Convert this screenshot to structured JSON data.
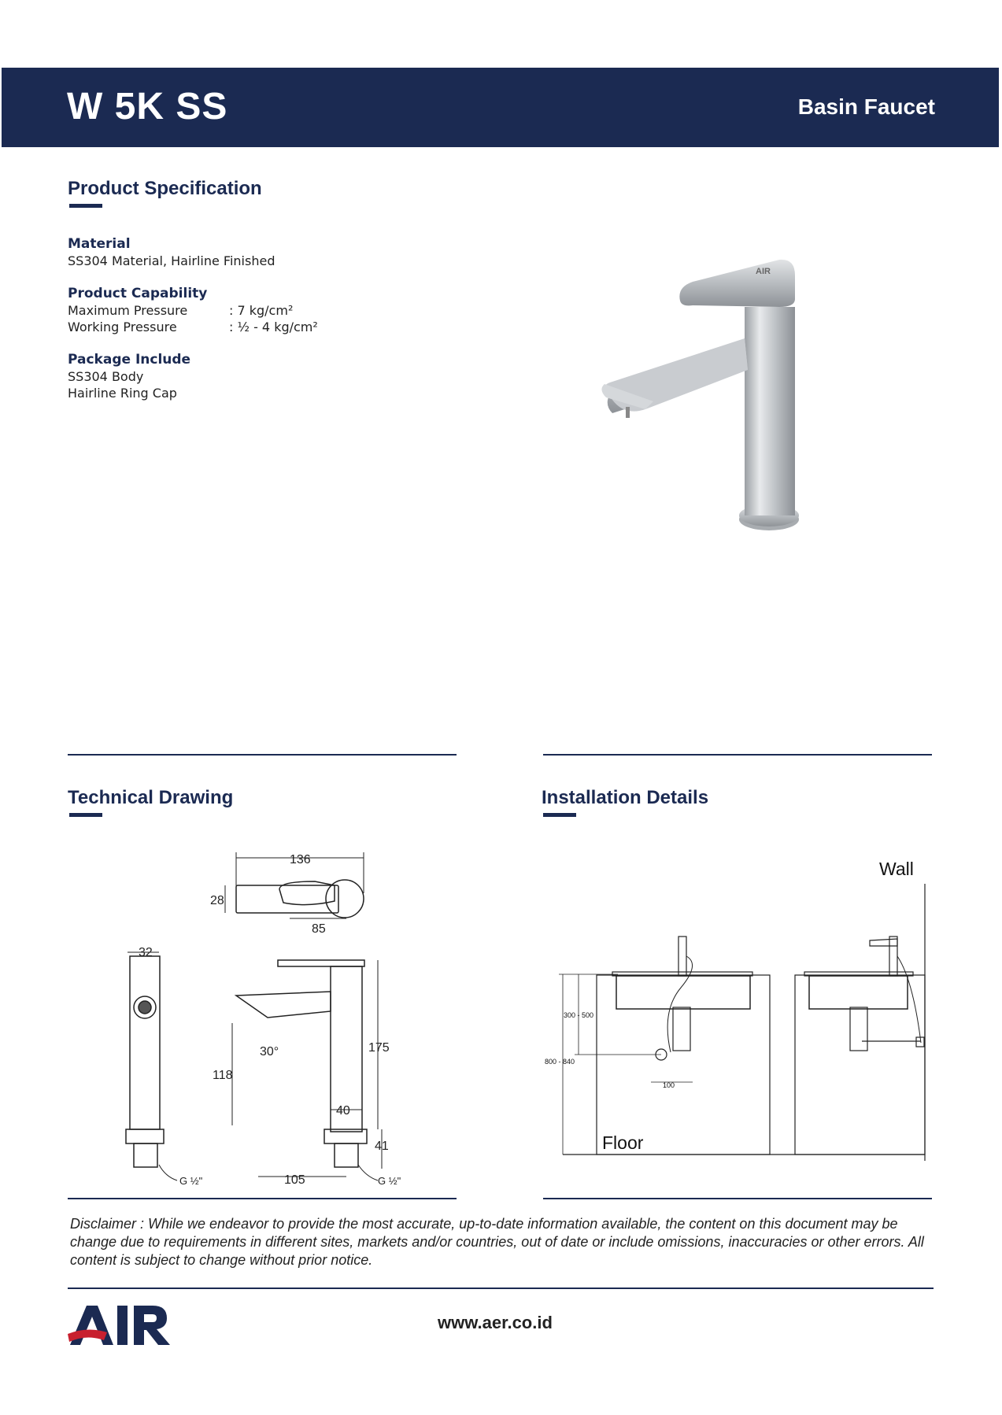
{
  "header": {
    "model": "W 5K SS",
    "category": "Basin Faucet"
  },
  "spec": {
    "title": "Product Specification",
    "material_heading": "Material",
    "material_value": "SS304 Material, Hairline Finished",
    "capability_heading": "Product Capability",
    "max_pressure_label": "Maximum Pressure",
    "max_pressure_value": ": 7 kg/cm²",
    "work_pressure_label": "Working Pressure",
    "work_pressure_value": ": ½ - 4 kg/cm²",
    "package_heading": "Package Include",
    "package_items": [
      "SS304 Body",
      "Hairline Ring Cap"
    ]
  },
  "technical": {
    "title": "Technical Drawing",
    "dims": {
      "d136": "136",
      "d28": "28",
      "d85": "85",
      "d32": "32",
      "d175": "175",
      "d118": "118",
      "d30": "30°",
      "d40": "40",
      "d41": "41",
      "d105": "105",
      "g1": "G ½\"",
      "g2": "G ½\""
    }
  },
  "installation": {
    "title": "Installation Details",
    "wall": "Wall",
    "floor": "Floor",
    "d300_500": "300 - 500",
    "d800_840": "800 - 840",
    "d100": "100"
  },
  "disclaimer": "Disclaimer : While we endeavor to provide the most accurate, up-to-date information available, the content on this document may be change due to requirements in different sites, markets and/or countries, out of date or include omissions, inaccuracies or other errors.  All content is subject to change without prior notice.",
  "footer": {
    "logo_text": "AIR",
    "url": "www.aer.co.id"
  },
  "colors": {
    "navy": "#1b2a52",
    "red": "#c8202f"
  },
  "icons": {
    "product_image": "basin-faucet-photo",
    "logo": "air-logo"
  }
}
